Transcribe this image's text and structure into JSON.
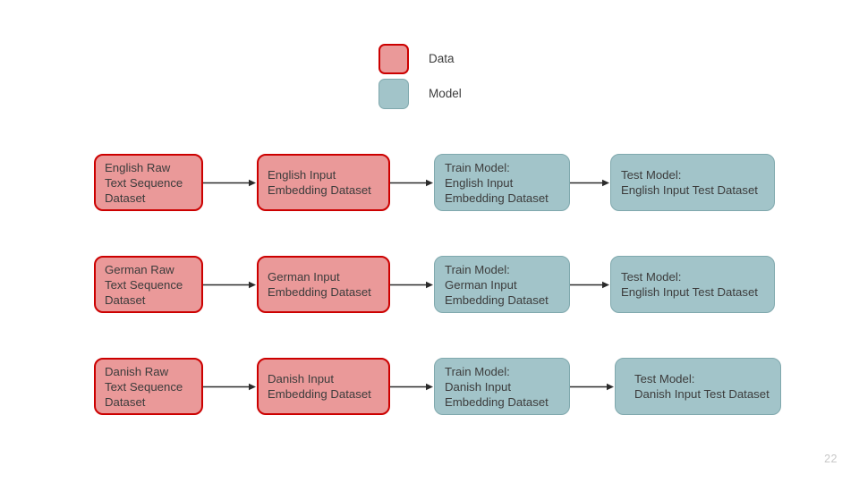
{
  "page": {
    "number": "22",
    "background_color": "#ffffff"
  },
  "colors": {
    "data_fill": "#ea9999",
    "data_border": "#cc0000",
    "model_fill": "#a2c4c9",
    "model_border": "#7fa8ad",
    "text": "#3c3c3c",
    "arrow": "#2b2b2b",
    "page_number": "#c8c8c8"
  },
  "legend": {
    "items": [
      {
        "label": "Data",
        "type": "data"
      },
      {
        "label": "Model",
        "type": "model"
      }
    ]
  },
  "diagram": {
    "type": "flowchart",
    "rows": [
      {
        "name": "english-pipeline",
        "nodes": [
          {
            "id": "english-raw-text",
            "type": "data",
            "text": "English Raw\nText Sequence\nDataset"
          },
          {
            "id": "english-input-embedding",
            "type": "data",
            "text": "English Input\nEmbedding Dataset"
          },
          {
            "id": "train-model-english",
            "type": "model",
            "text": "Train Model:\nEnglish Input\nEmbedding Dataset"
          },
          {
            "id": "test-model-english",
            "type": "model",
            "text": "Test Model:\nEnglish Input Test Dataset"
          }
        ]
      },
      {
        "name": "german-pipeline",
        "nodes": [
          {
            "id": "german-raw-text",
            "type": "data",
            "text": "German Raw\nText Sequence\nDataset"
          },
          {
            "id": "german-input-embedding",
            "type": "data",
            "text": "German Input\nEmbedding Dataset"
          },
          {
            "id": "train-model-german",
            "type": "model",
            "text": "Train Model:\nGerman Input\nEmbedding Dataset"
          },
          {
            "id": "test-model-english-2",
            "type": "model",
            "text": "Test Model:\nEnglish Input Test Dataset"
          }
        ]
      },
      {
        "name": "danish-pipeline",
        "nodes": [
          {
            "id": "danish-raw-text",
            "type": "data",
            "text": "Danish Raw\nText Sequence\nDataset"
          },
          {
            "id": "danish-input-embedding",
            "type": "data",
            "text": "Danish Input\nEmbedding Dataset"
          },
          {
            "id": "train-model-danish",
            "type": "model",
            "text": "Train Model:\nDanish Input\nEmbedding Dataset"
          },
          {
            "id": "test-model-danish",
            "type": "model",
            "text": "Test Model:\nDanish Input Test Dataset"
          }
        ]
      }
    ]
  }
}
